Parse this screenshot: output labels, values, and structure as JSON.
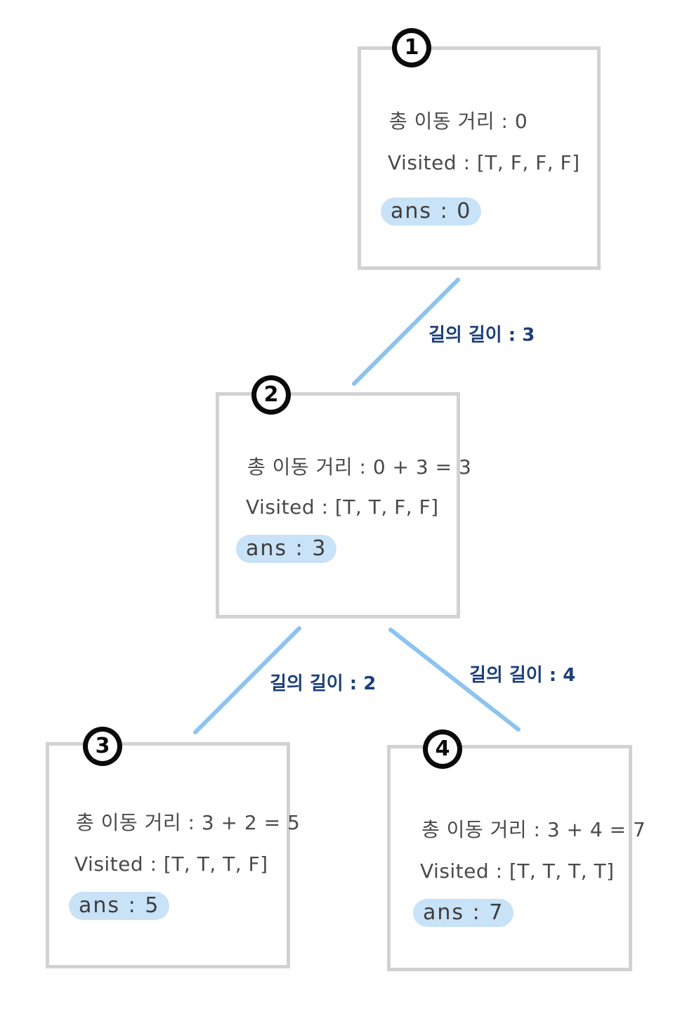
{
  "nodes": [
    {
      "badge": "1",
      "distance": "총 이동 거리 : 0",
      "visited": "Visited : [T, F, F, F]",
      "ans": "ans : 0"
    },
    {
      "badge": "2",
      "distance": "총 이동 거리 : 0 + 3 = 3",
      "visited": "Visited : [T, T, F, F]",
      "ans": "ans : 3"
    },
    {
      "badge": "3",
      "distance": "총 이동 거리 : 3 + 2 = 5",
      "visited": "Visited : [T, T, T, F]",
      "ans": "ans : 5"
    },
    {
      "badge": "4",
      "distance": "총 이동 거리 : 3 + 4 = 7",
      "visited": "Visited : [T, T, T, T]",
      "ans": "ans : 7"
    }
  ],
  "edges": [
    {
      "label": "길의 길이 : 3"
    },
    {
      "label": "길의 길이 : 2"
    },
    {
      "label": "길의 길이 : 4"
    }
  ],
  "colors": {
    "box_border": "#d2d2d2",
    "edge_line": "#8cc4ee",
    "ans_highlight": "#c8e2f7",
    "edge_label": "#1c3f7a",
    "badge": "#0a0a0a"
  }
}
